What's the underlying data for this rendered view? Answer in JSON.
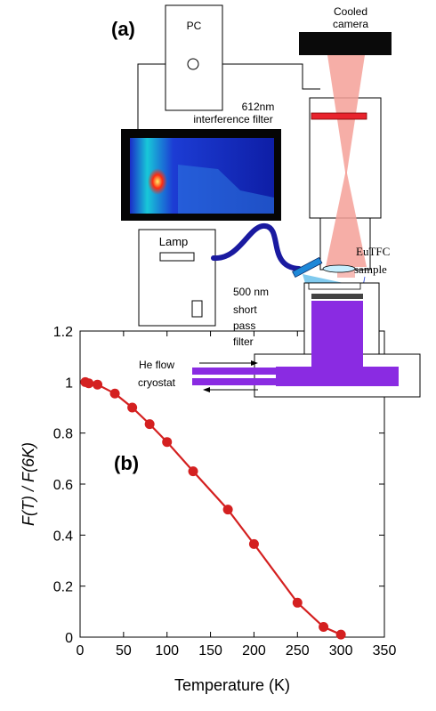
{
  "panel_a": {
    "label": "(a)",
    "pc_label": "PC",
    "camera_label": [
      "Cooled",
      "camera"
    ],
    "filter_label": [
      "612nm",
      "interference filter"
    ],
    "lamp_label": "Lamp",
    "eutfc_label": "EuTFC",
    "sample_label": "sample",
    "shortpass_label": [
      "500 nm",
      "short",
      "pass",
      "filter"
    ],
    "heflow_label": [
      "He flow",
      "cryostat"
    ],
    "colors": {
      "filter_text": "#b0245a",
      "eutfc": "#e8232d",
      "sample": "#1f3fd6",
      "shortpass": "#2a2a8a",
      "cryostat": "#8a2be2",
      "beam": "#f08a80",
      "fiber": "#1a1aa0"
    }
  },
  "panel_b": {
    "label": "(b)"
  },
  "chart_data": {
    "type": "line",
    "xlabel": "Temperature  (K)",
    "ylabel": "F(T) / F(6K)",
    "xlim": [
      0,
      350
    ],
    "ylim": [
      0,
      1.2
    ],
    "xticks": [
      0,
      50,
      100,
      150,
      200,
      250,
      300,
      350
    ],
    "yticks": [
      0,
      0.2,
      0.4,
      0.6,
      0.8,
      1,
      1.2
    ],
    "ytick_labels": [
      "0",
      "0.2",
      "0.4",
      "0.6",
      "0.8",
      "1",
      "1.2"
    ],
    "grid": false,
    "color": "#d42020",
    "x": [
      6,
      10,
      20,
      40,
      60,
      80,
      100,
      130,
      170,
      200,
      250,
      280,
      300
    ],
    "y": [
      1.0,
      0.995,
      0.99,
      0.955,
      0.9,
      0.835,
      0.765,
      0.65,
      0.5,
      0.365,
      0.135,
      0.04,
      0.01
    ]
  }
}
